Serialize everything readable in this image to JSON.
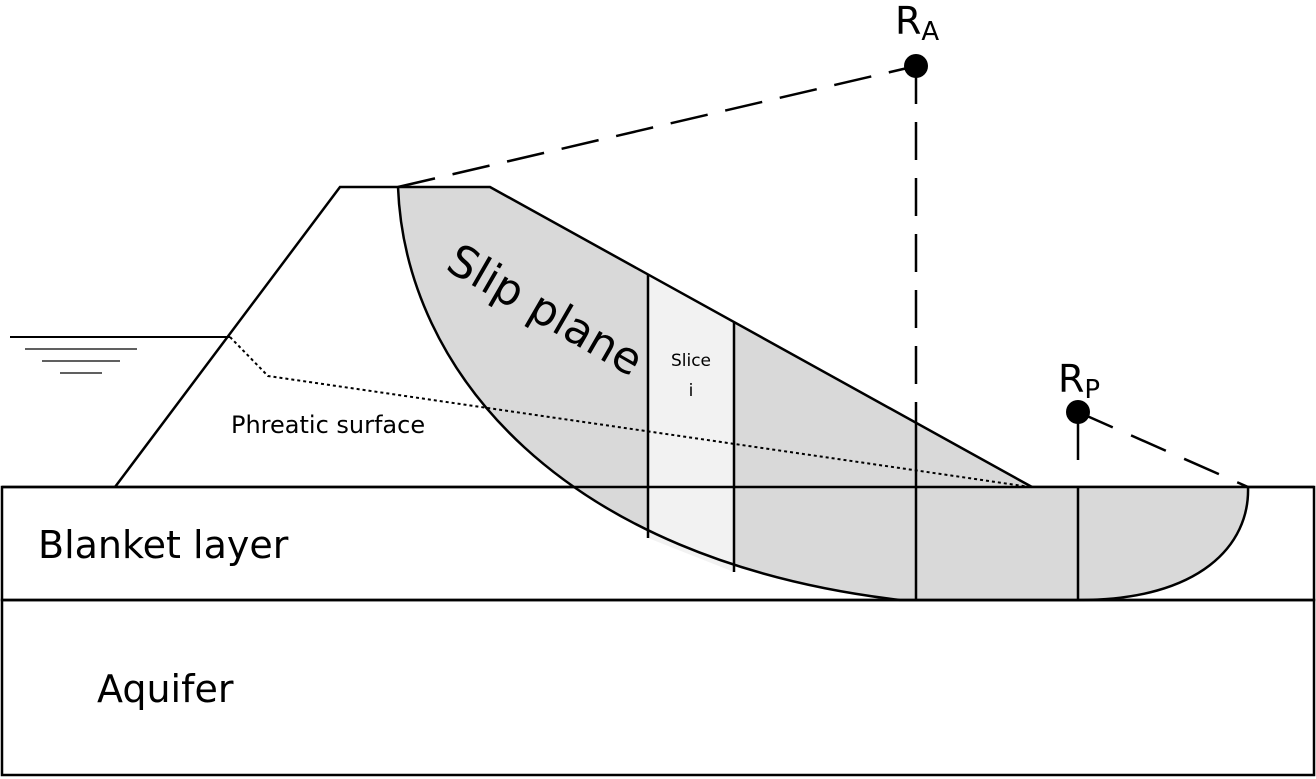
{
  "labels": {
    "active_center": "R",
    "active_sub": "A",
    "passive_center": "R",
    "passive_sub": "P",
    "slip_plane": "Slip plane",
    "slice_line1": "Slice",
    "slice_line2": "i",
    "phreatic": "Phreatic surface",
    "blanket": "Blanket layer",
    "aquifer": "Aquifer"
  },
  "colors": {
    "slip_fill": "#d9d9d9",
    "slice_fill": "#f2f2f2",
    "stroke": "#000000"
  }
}
